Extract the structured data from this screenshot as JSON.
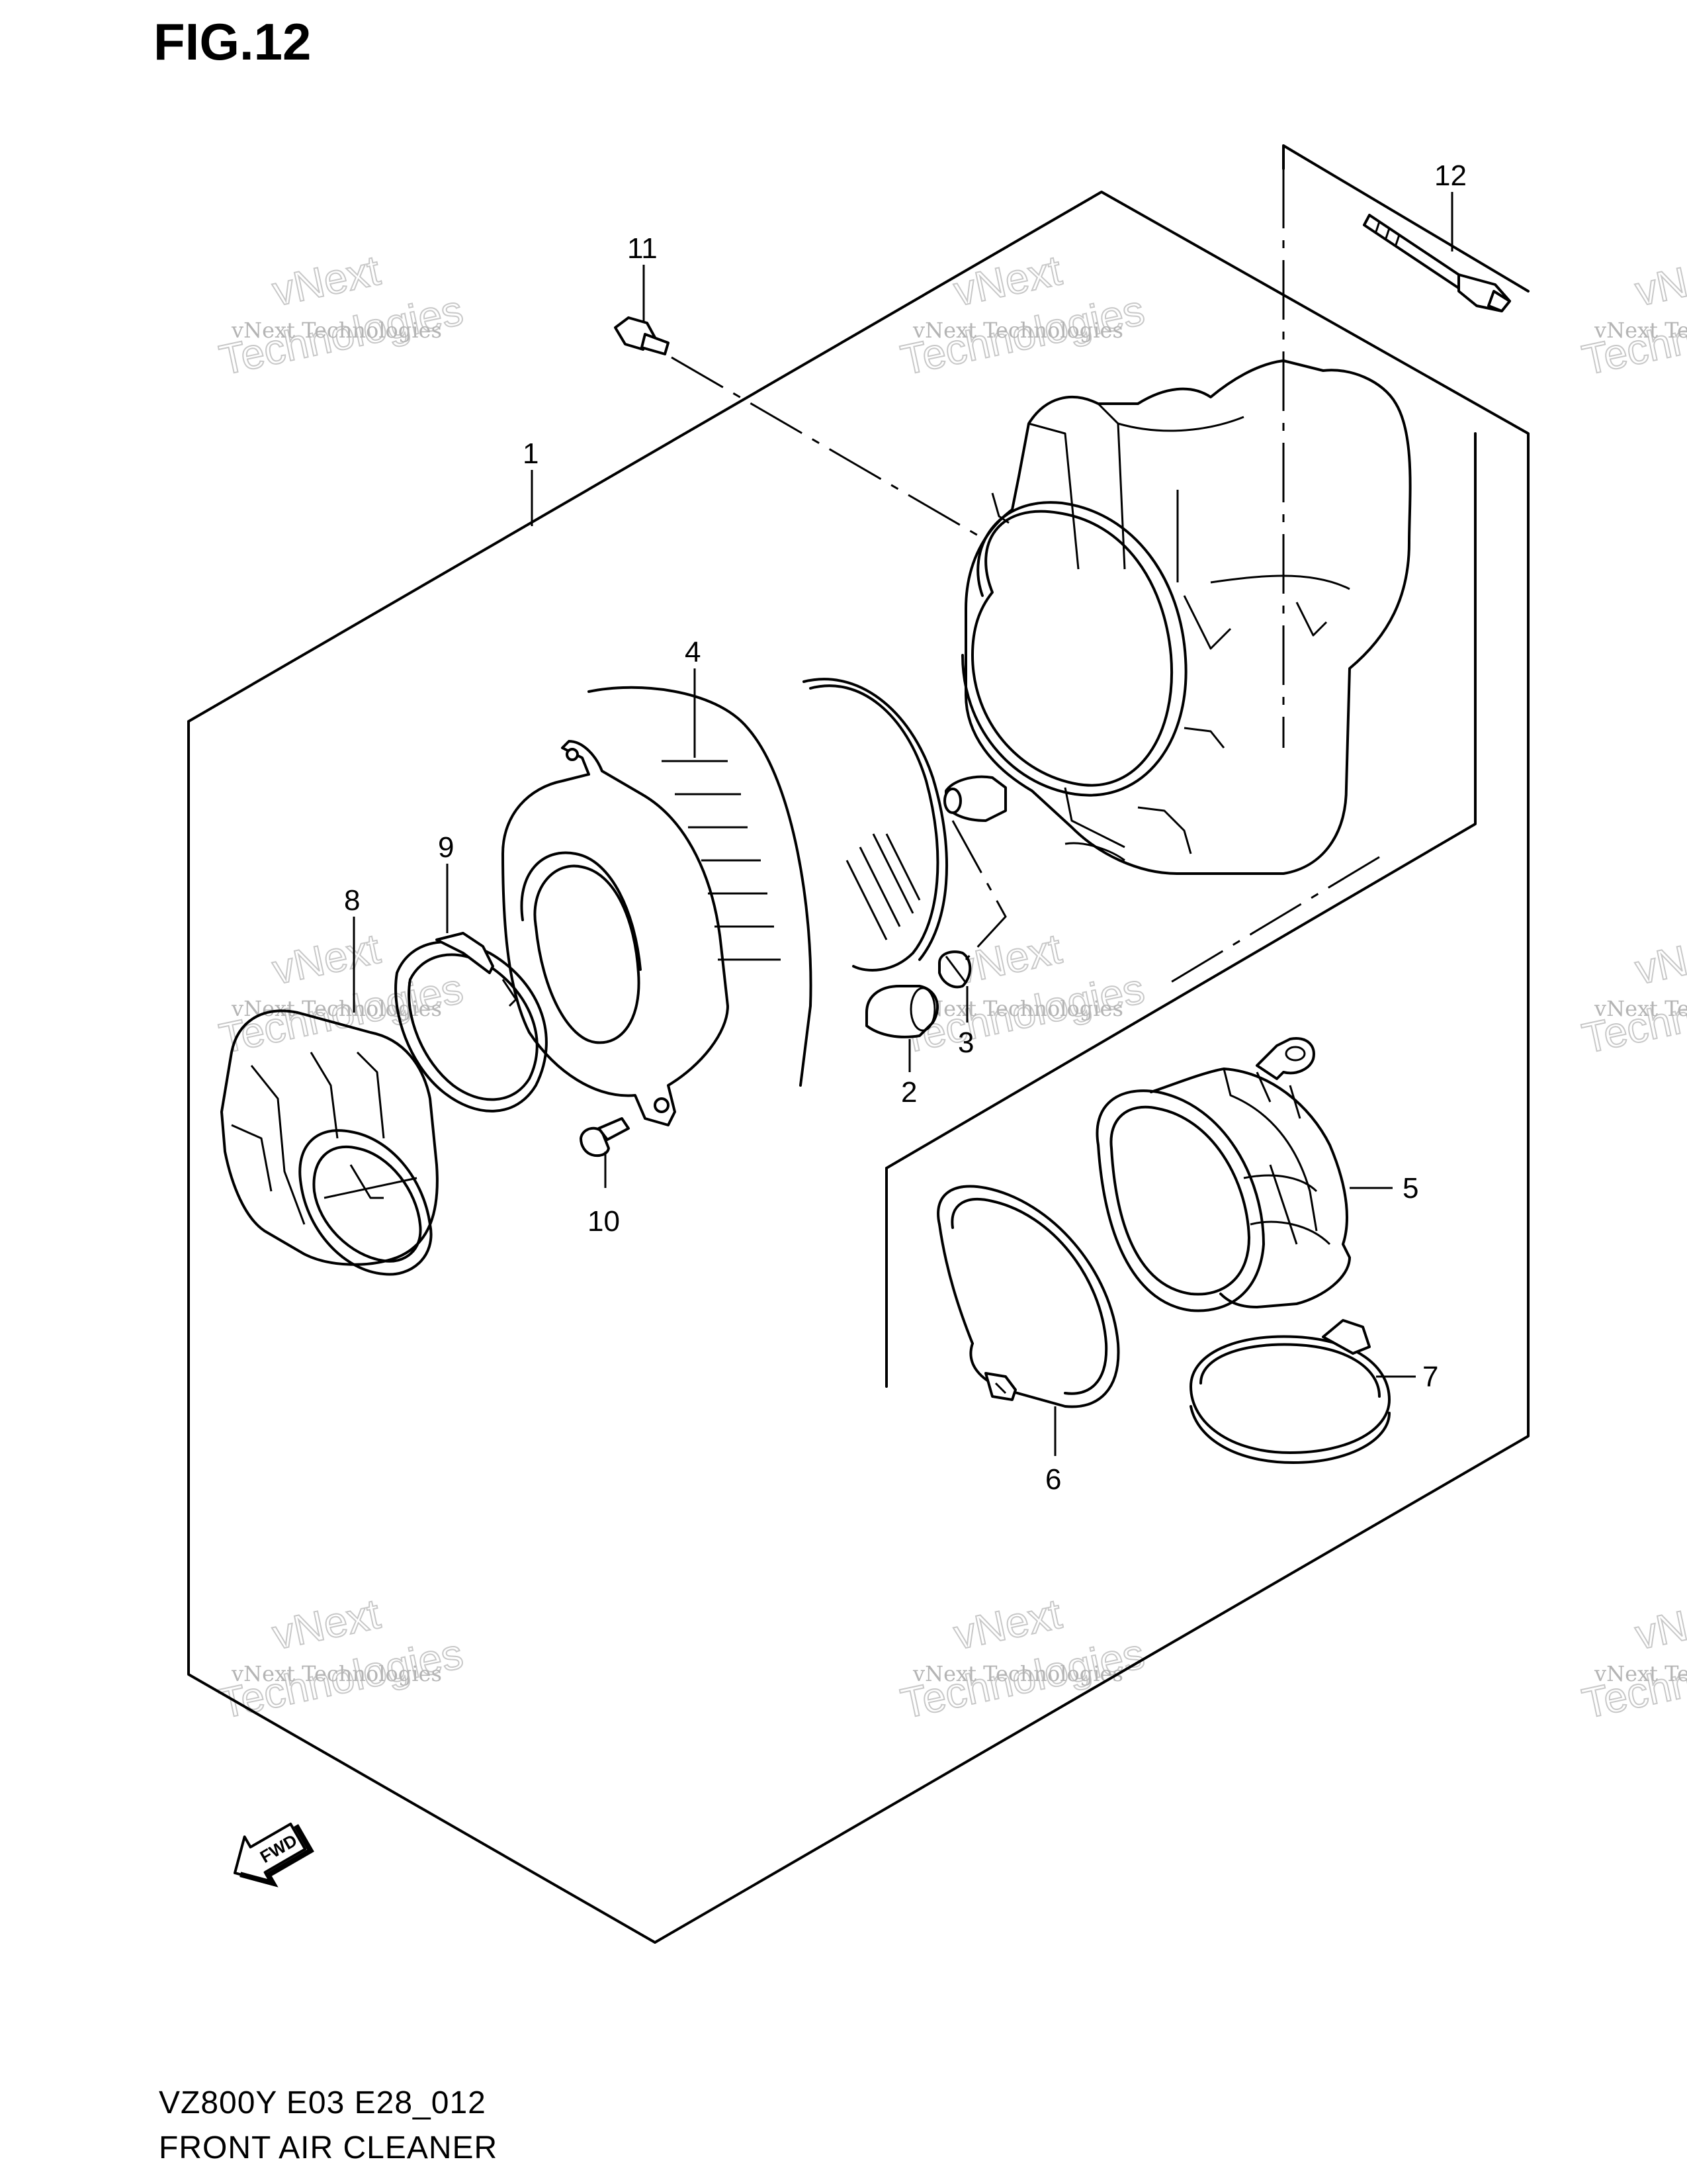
{
  "figure": {
    "title": "FIG.12"
  },
  "footer": {
    "model_code": "VZ800Y E03 E28_012",
    "section_name": "FRONT AIR CLEANER"
  },
  "callouts": [
    "1",
    "2",
    "3",
    "4",
    "5",
    "6",
    "7",
    "8",
    "9",
    "10",
    "11",
    "12"
  ],
  "watermark": {
    "line1": "vNext Technologies",
    "line2": "Technologies",
    "line3": "vNext"
  },
  "fwd_label": "FWD"
}
